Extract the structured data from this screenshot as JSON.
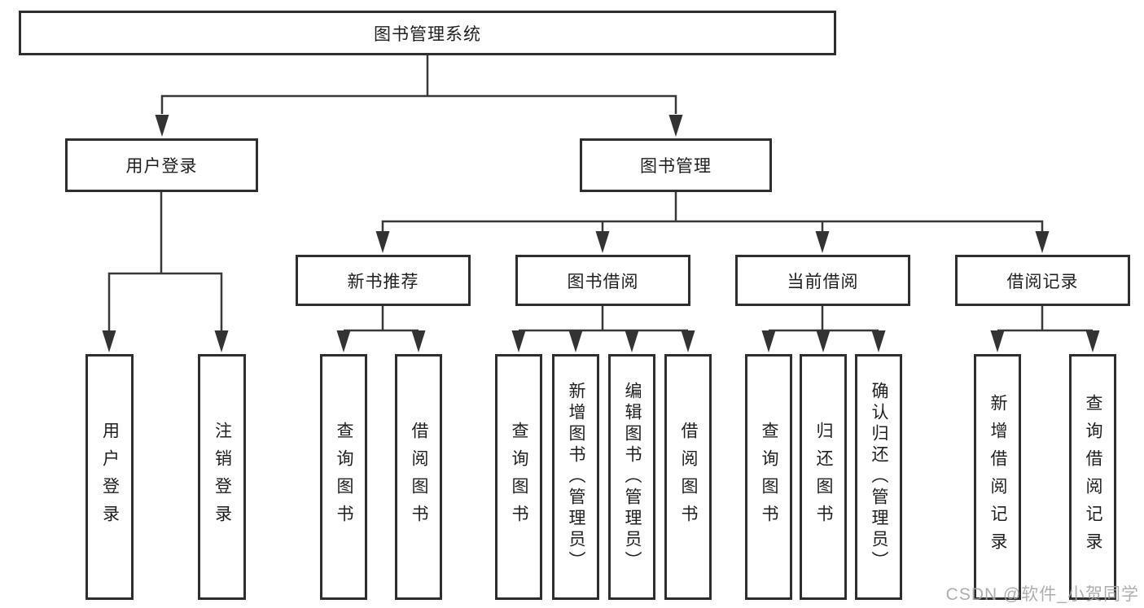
{
  "root": "图书管理系统",
  "level2": {
    "user_login": "用户登录",
    "book_management": "图书管理"
  },
  "level3": {
    "new_book_recommend": "新书推荐",
    "book_borrow": "图书借阅",
    "current_borrow": "当前借阅",
    "borrow_record": "借阅记录"
  },
  "leaves": {
    "user_login": "用户登录",
    "logout": "注销登录",
    "nbr_query": "查询图书",
    "nbr_borrow": "借阅图书",
    "bb_query": "查询图书",
    "bb_add": "新增图书（管理员）",
    "bb_edit": "编辑图书（管理员）",
    "bb_borrow": "借阅图书",
    "cb_query": "查询图书",
    "cb_return": "归还图书",
    "cb_confirm": "确认归还（管理员）",
    "br_add": "新增借阅记录",
    "br_query": "查询借阅记录"
  },
  "watermark": "CSDN @软件_小贺同学",
  "colors": {
    "line": "#383838",
    "box_border": "#2e2e2e",
    "text": "#1f1f1f",
    "watermark": "#a5a5a5",
    "background": "#ffffff"
  }
}
